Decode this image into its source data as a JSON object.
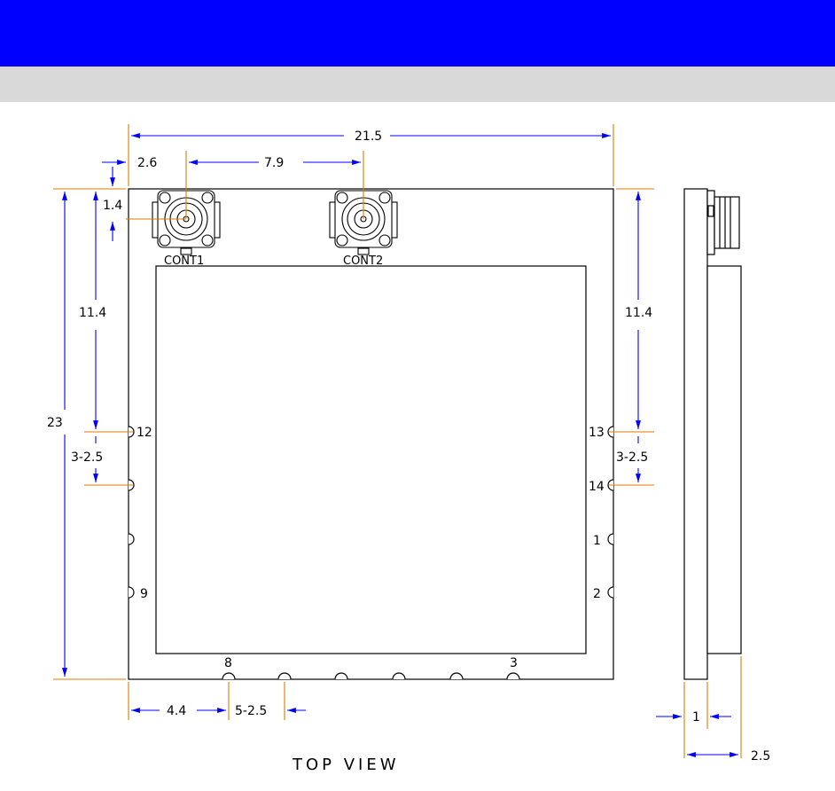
{
  "header": {
    "title": "",
    "subtitle": ""
  },
  "drawing": {
    "view_label": "TOP VIEW",
    "connectors": [
      "CONT1",
      "CONT2"
    ],
    "pins": {
      "left": [
        "12",
        "9"
      ],
      "right": [
        "13",
        "14",
        "1",
        "2"
      ],
      "bottom": [
        "8",
        "3"
      ]
    },
    "dimensions": {
      "overall_width": "21.5",
      "overall_height": "23",
      "connector_offset_x": "2.6",
      "connector_offset_y": "1.4",
      "connector_spacing": "7.9",
      "pin_offset_left": "11.4",
      "pin_offset_right": "11.4",
      "pin_pitch_left": "3-2.5",
      "pin_pitch_right": "3-2.5",
      "bottom_offset": "4.4",
      "bottom_pitch": "5-2.5",
      "side_thickness": "1",
      "side_depth": "2.5"
    },
    "colors": {
      "header_bar": "#0000ff",
      "sub_bar": "#d9d9d9",
      "dimension_line": "#0000ff",
      "extension_line": "#e07800",
      "outline": "#000000"
    }
  }
}
